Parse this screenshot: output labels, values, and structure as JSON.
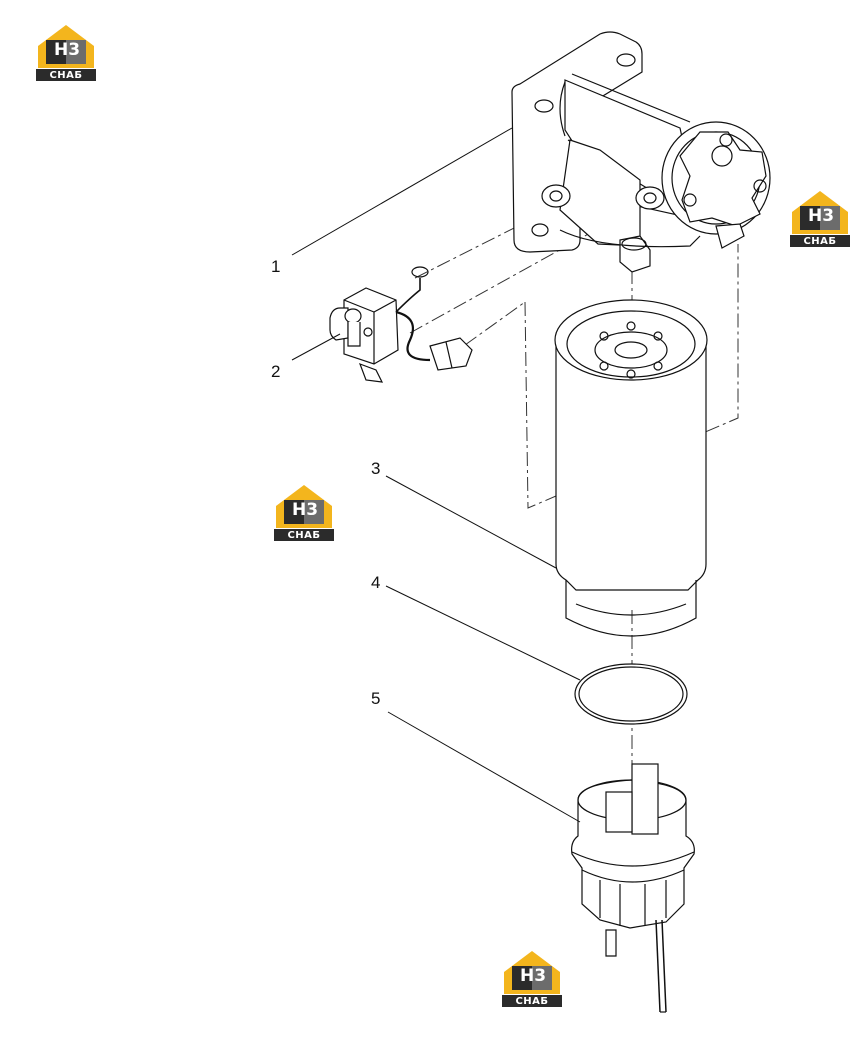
{
  "brand": {
    "primary_letters": "H",
    "secondary_letters": "3",
    "subtitle": "СНАБ",
    "colors": {
      "yellow": "#f3b51d",
      "dark": "#2b2b2b"
    }
  },
  "callouts": [
    {
      "id": "1",
      "label": "1"
    },
    {
      "id": "2",
      "label": "2"
    },
    {
      "id": "3",
      "label": "3"
    },
    {
      "id": "4",
      "label": "4"
    },
    {
      "id": "5",
      "label": "5"
    }
  ]
}
